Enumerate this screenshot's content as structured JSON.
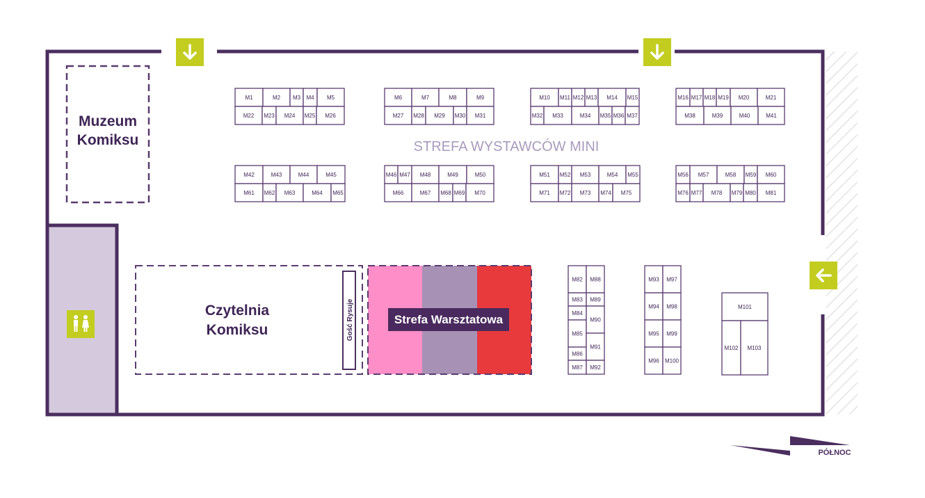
{
  "colors": {
    "wall": "#4b2e5f",
    "booth_stroke": "#5a3b70",
    "accent_green": "#c3cd1f",
    "zone_pink": "#fd8ec7",
    "zone_mauve": "#a792b6",
    "zone_red": "#e83a3c",
    "restroom_fill": "#d5c9de",
    "zone_text_light": "#a99bbd"
  },
  "zones": {
    "museum": {
      "line1": "Muzeum",
      "line2": "Komiksu"
    },
    "reading": {
      "line1": "Czytelnia",
      "line2": "Komiksu"
    },
    "exhibitors_mini": "STREFA WYSTAWCÓW MINI",
    "workshop": "Strefa Warsztatowa",
    "guest_drawing": "Gość Rysuje"
  },
  "compass": {
    "label": "PÓŁNOC"
  },
  "icons": {
    "entrance_top_left": "arrow-down-icon",
    "entrance_top_right": "arrow-down-icon",
    "entrance_right": "arrow-left-icon",
    "restroom": "restroom-icon"
  },
  "booth_groups": [
    {
      "row1": [
        "M1",
        "M2",
        "M3",
        "M4",
        "M5"
      ],
      "row2": [
        "M22",
        "M23",
        "M24",
        "M25",
        "M26"
      ]
    },
    {
      "row1": [
        "M6",
        "M7",
        "M8",
        "M9"
      ],
      "row2": [
        "M27",
        "M28",
        "M29",
        "M30",
        "M31"
      ]
    },
    {
      "row1": [
        "M10",
        "M11",
        "M12",
        "M13",
        "M14",
        "M15"
      ],
      "row2": [
        "M32",
        "M33",
        "M34",
        "M35",
        "M36",
        "M37"
      ]
    },
    {
      "row1": [
        "M16",
        "M17",
        "M18",
        "M19",
        "M20",
        "M21"
      ],
      "row2": [
        "M38",
        "M39",
        "M40",
        "M41"
      ]
    },
    {
      "row1": [
        "M42",
        "M43",
        "M44",
        "M45"
      ],
      "row2": [
        "M61",
        "M62",
        "M63",
        "M64",
        "M65"
      ]
    },
    {
      "row1": [
        "M46",
        "M47",
        "M48",
        "M49",
        "M50"
      ],
      "row2": [
        "M66",
        "M67",
        "M68",
        "M69",
        "M70"
      ]
    },
    {
      "row1": [
        "M51",
        "M52",
        "M53",
        "M54",
        "M55"
      ],
      "row2": [
        "M71",
        "M72",
        "M73",
        "M74",
        "M75"
      ]
    },
    {
      "row1": [
        "M56",
        "M57",
        "M58",
        "M59",
        "M60"
      ],
      "row2": [
        "M76",
        "M77",
        "M78",
        "M79",
        "M80",
        "M81"
      ]
    }
  ],
  "booth_columns": {
    "col_a_left": [
      "M82",
      "M83",
      "M84",
      "M85",
      "M86",
      "M87"
    ],
    "col_a_right": [
      "M88",
      "M89",
      "M90",
      "M91",
      "M92"
    ],
    "col_b_left": [
      "M93",
      "M94",
      "M95",
      "M96"
    ],
    "col_b_right": [
      "M97",
      "M98",
      "M99",
      "M100"
    ],
    "col_c": [
      "M101",
      "M102",
      "M103"
    ]
  }
}
